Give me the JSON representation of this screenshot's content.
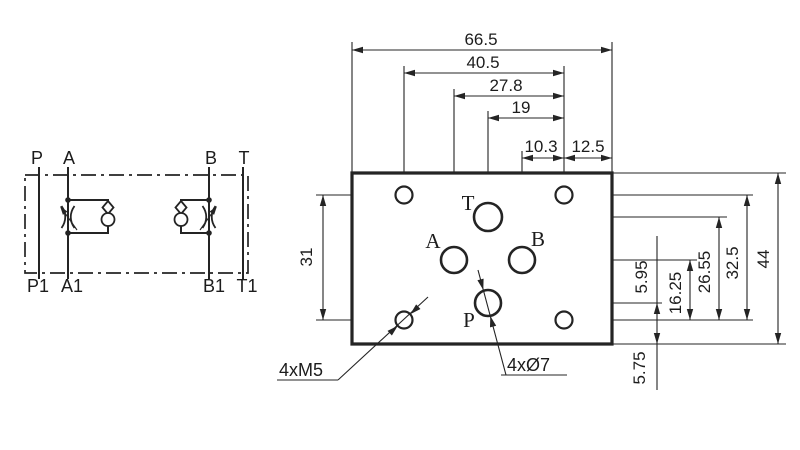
{
  "schematic": {
    "ports_top": {
      "p": "P",
      "a": "A",
      "b": "B",
      "t": "T"
    },
    "ports_bottom": {
      "p": "P1",
      "a": "A1",
      "b": "B1",
      "t": "T1"
    }
  },
  "plate": {
    "ports": {
      "t": "T",
      "a": "A",
      "b": "B",
      "p": "P"
    },
    "dims": {
      "width_total": "66.5",
      "width_bolts": "40.5",
      "width_port_a": "27.8",
      "width_port_t": "19",
      "width_port_b": "10.3",
      "width_edge": "12.5",
      "height_bolts_left": "31",
      "height_total": "44",
      "height_bolts_right": "32.5",
      "height_port_t": "26.55",
      "height_ports_ab": "16.25",
      "height_port_p": "5.95",
      "height_edge_bottom": "5.75"
    },
    "callouts": {
      "bolt_holes": "4xM5",
      "port_holes": "4xØ7"
    }
  },
  "colors": {
    "ink": "#242424",
    "background": "#ffffff"
  }
}
